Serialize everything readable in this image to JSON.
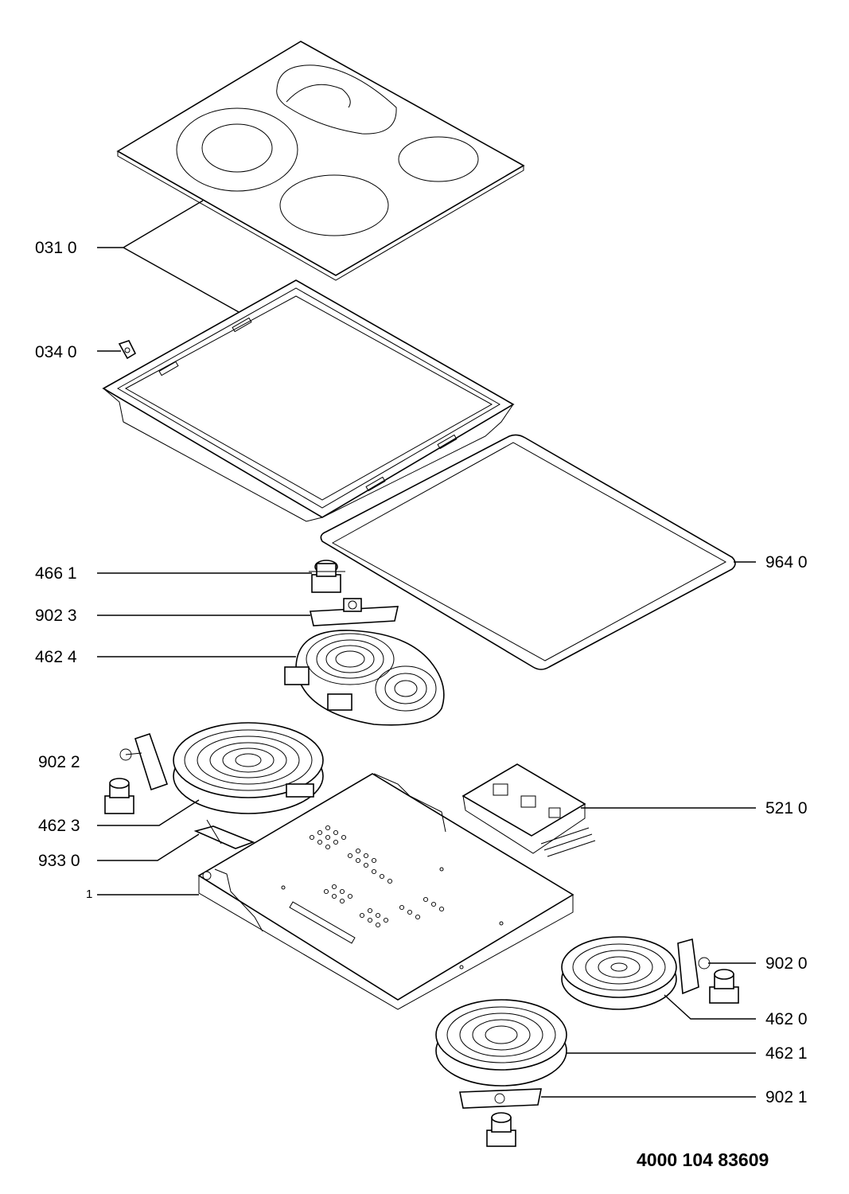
{
  "document_number": "4000 104 83609",
  "callouts": [
    {
      "id": "cooktop-glass",
      "label": "031 0"
    },
    {
      "id": "clip",
      "label": "034 0"
    },
    {
      "id": "gasket",
      "label": "964 0"
    },
    {
      "id": "limiter-top",
      "label": "466 1"
    },
    {
      "id": "bracket-top",
      "label": "902 3"
    },
    {
      "id": "oval-heater",
      "label": "462 4"
    },
    {
      "id": "bracket-left",
      "label": "902 2"
    },
    {
      "id": "large-heater",
      "label": "462 3"
    },
    {
      "id": "terminal-block",
      "label": "521 0"
    },
    {
      "id": "spring-clip",
      "label": "933 0"
    },
    {
      "id": "base-tray",
      "label": "1"
    },
    {
      "id": "bracket-right",
      "label": "902 0"
    },
    {
      "id": "small-heater",
      "label": "462 0"
    },
    {
      "id": "front-heater",
      "label": "462 1"
    },
    {
      "id": "bracket-bottom",
      "label": "902 1"
    }
  ]
}
